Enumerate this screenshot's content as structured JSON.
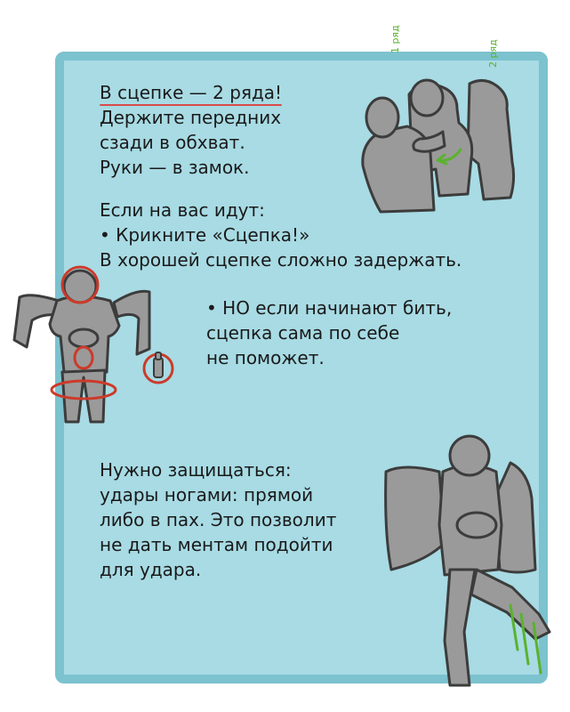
{
  "poster": {
    "colors": {
      "card_background": "#a8dbe4",
      "card_border": "#7cc2cf",
      "figure_fill": "#9a9a9a",
      "figure_stroke": "#3c3c3c",
      "highlight_red": "#cc3a2a",
      "arrow_green": "#5bb22e"
    },
    "block1": {
      "title": "В сцепке — 2 ряда!",
      "lines": [
        "Держите передних",
        "сзади в обхват.",
        "Руки — в замок."
      ]
    },
    "block2": {
      "lines": [
        "Если на вас идут:",
        "• Крикните «Сцепка!»",
        "В хорошей сцепке сложно задержать."
      ]
    },
    "block3": {
      "lines": [
        "• НО если начинают бить,",
        "сцепка сама по себе",
        "не поможет."
      ]
    },
    "block4": {
      "lines": [
        "Нужно защищаться:",
        "удары ногами: прямой",
        "либо в пах. Это позволит",
        "не дать ментам подойти",
        "для удара."
      ]
    },
    "row_labels": {
      "first": "1 ряд",
      "second": "2 ряд"
    }
  }
}
